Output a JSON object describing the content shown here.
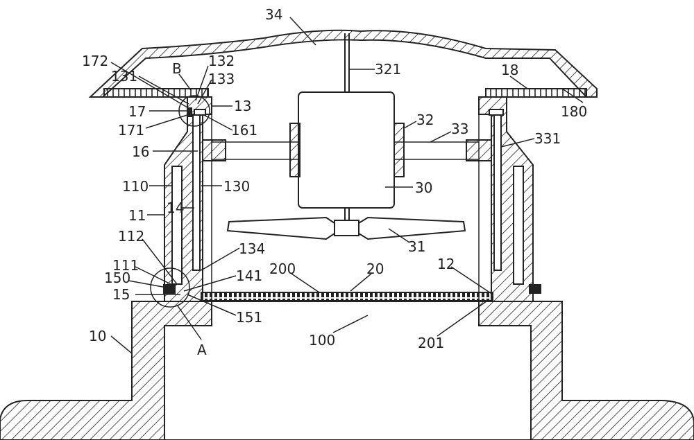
{
  "labels": {
    "l34": "34",
    "l321": "321",
    "l172": "172",
    "l132": "132",
    "lB": "B",
    "l131": "131",
    "l133": "133",
    "l18": "18",
    "l17": "17",
    "l13": "13",
    "l32": "32",
    "l180": "180",
    "l171": "171",
    "l161": "161",
    "l33": "33",
    "l331": "331",
    "l16": "16",
    "l110": "110",
    "l130": "130",
    "l30": "30",
    "l11": "11",
    "l14": "14",
    "l31": "31",
    "l112": "112",
    "l134": "134",
    "l111": "111",
    "l200": "200",
    "l20": "20",
    "l12": "12",
    "l141": "141",
    "l150": "150",
    "l15": "15",
    "l151": "151",
    "l100": "100",
    "l201": "201",
    "l10": "10",
    "lA": "A"
  }
}
